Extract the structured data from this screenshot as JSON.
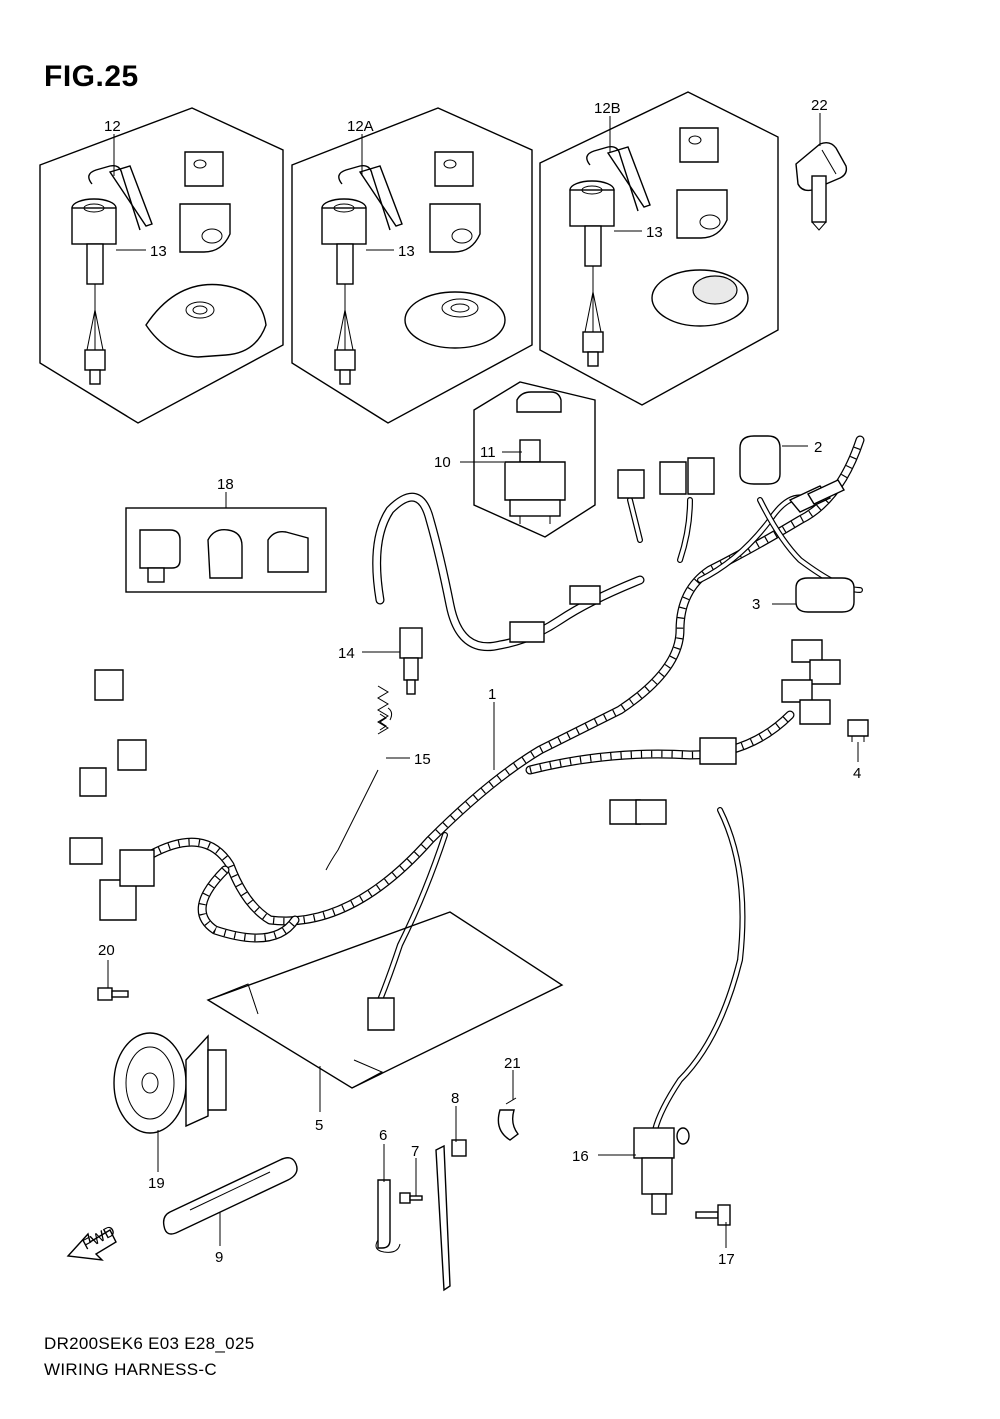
{
  "figure": {
    "title": "FIG.25",
    "model_code": "DR200SEK6 E03 E28_025",
    "diagram_name": "WIRING HARNESS-C"
  },
  "callouts": [
    {
      "id": "1",
      "label": "1"
    },
    {
      "id": "2",
      "label": "2"
    },
    {
      "id": "3",
      "label": "3"
    },
    {
      "id": "4",
      "label": "4"
    },
    {
      "id": "5",
      "label": "5"
    },
    {
      "id": "6",
      "label": "6"
    },
    {
      "id": "7",
      "label": "7"
    },
    {
      "id": "8",
      "label": "8"
    },
    {
      "id": "9",
      "label": "9"
    },
    {
      "id": "10",
      "label": "10"
    },
    {
      "id": "11",
      "label": "11"
    },
    {
      "id": "12",
      "label": "12"
    },
    {
      "id": "12A",
      "label": "12A"
    },
    {
      "id": "12B",
      "label": "12B"
    },
    {
      "id": "13a",
      "label": "13"
    },
    {
      "id": "13b",
      "label": "13"
    },
    {
      "id": "13c",
      "label": "13"
    },
    {
      "id": "14",
      "label": "14"
    },
    {
      "id": "15",
      "label": "15"
    },
    {
      "id": "16",
      "label": "16"
    },
    {
      "id": "17",
      "label": "17"
    },
    {
      "id": "18",
      "label": "18"
    },
    {
      "id": "19",
      "label": "19"
    },
    {
      "id": "20",
      "label": "20"
    },
    {
      "id": "21",
      "label": "21"
    },
    {
      "id": "22",
      "label": "22"
    }
  ],
  "fwd_arrow": {
    "label": "FWD",
    "icon": "fwd-arrow-icon"
  }
}
